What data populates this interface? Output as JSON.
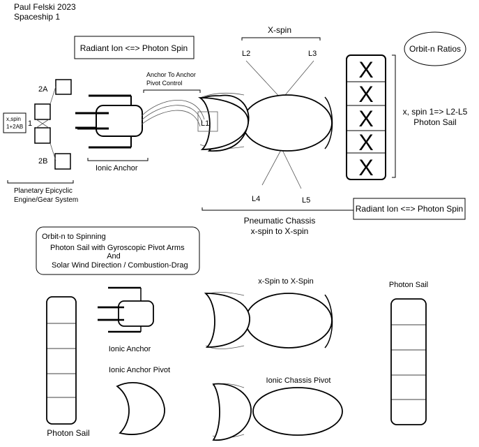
{
  "header": {
    "author": "Paul Felski 2023",
    "title": "Spaceship 1"
  },
  "top": {
    "radiant_box_1": "Radiant Ion <=> Photon Spin",
    "radiant_box_2": "Radiant Ion <=> Photon Spin",
    "orbit_ellipse": "Orbit-n Ratios",
    "xspin_label": "X-spin",
    "l2": "L2",
    "l3": "L3",
    "l4": "L4",
    "l5": "L5",
    "l1": "L1",
    "anchor_pivot_line1": "Anchor To Anchor",
    "anchor_pivot_line2": "Pivot Control",
    "label_2a": "2A",
    "label_2b": "2B",
    "label_1": "1",
    "xspin_box_line1": "x,spin",
    "xspin_box_line2": "1+2AB",
    "planetary_line1": "Planetary Epicyclic",
    "planetary_line2": "Engine/Gear System",
    "ionic_anchor": "Ionic Anchor",
    "chassis_line1": "Pneumatic Chassis",
    "chassis_line2": "x-spin to X-spin",
    "sail_note_line1": "x, spin 1=> L2-L5",
    "sail_note_line2": "Photon Sail",
    "sail_marks": [
      "X",
      "X",
      "X",
      "X",
      "X"
    ]
  },
  "middle_box": {
    "line1": "Orbit-n to Spinning",
    "line2": "Photon Sail with Gyroscopic Pivot Arms",
    "line3": "And",
    "line4": "Solar Wind Direction / Combustion-Drag"
  },
  "bottom": {
    "photon_sail_left": "Photon Sail",
    "ionic_anchor": "Ionic Anchor",
    "ionic_anchor_pivot": "Ionic Anchor Pivot",
    "xspin_title": "x-Spin to X-Spin",
    "ionic_chassis_pivot": "Ionic Chassis Pivot",
    "photon_sail_right": "Photon Sail"
  }
}
